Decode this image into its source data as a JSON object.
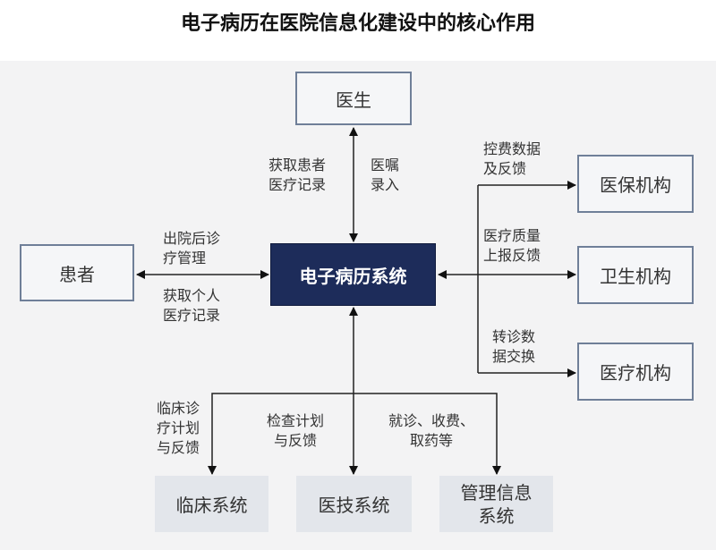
{
  "title": "电子病历在医院信息化建设中的核心作用",
  "nodes": {
    "doctor": "医生",
    "patient": "患者",
    "emr": "电子病历系统",
    "insurance": "医保机构",
    "health": "卫生机构",
    "medical": "医疗机构",
    "clinical": "临床系统",
    "medtech": "医技系统",
    "mis": "管理信息\n系统"
  },
  "labels": {
    "get_patient_records": "获取患者\n医疗记录",
    "orders_entry": "医嘱\n录入",
    "post_discharge": "出院后诊\n疗管理",
    "get_personal_records": "获取个人\n医疗记录",
    "cost_control": "控费数据\n及反馈",
    "quality_report": "医疗质量\n上报反馈",
    "referral": "转诊数\n据交换",
    "clinical_plan": "临床诊\n疗计划\n与反馈",
    "exam_plan": "检查计划\n与反馈",
    "visit_fee": "就诊、收费、\n取药等"
  }
}
